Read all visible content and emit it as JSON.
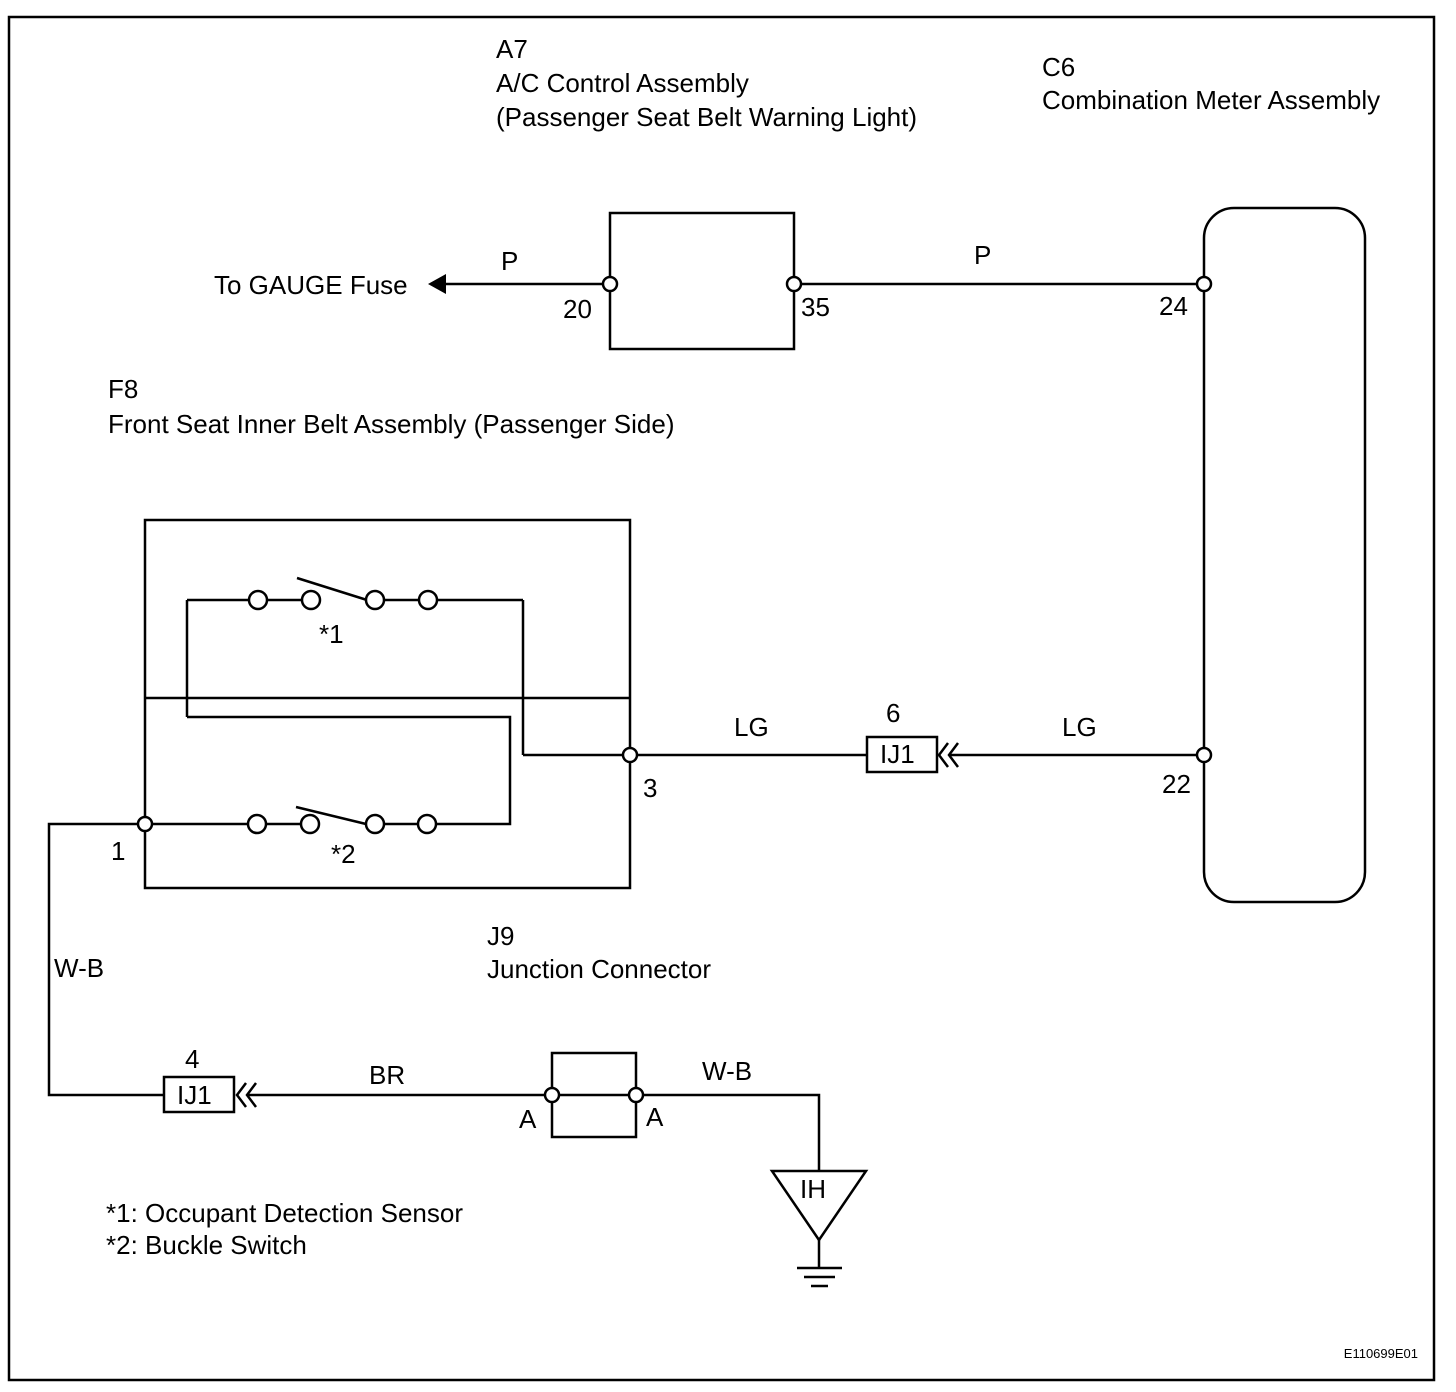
{
  "components": {
    "a7": {
      "code": "A7",
      "name": "A/C Control Assembly",
      "sub": "(Passenger Seat Belt Warning Light)"
    },
    "c6": {
      "code": "C6",
      "name": "Combination Meter Assembly"
    },
    "f8": {
      "code": "F8",
      "name": "Front Seat Inner Belt Assembly (Passenger Side)"
    },
    "j9": {
      "code": "J9",
      "name": "Junction Connector"
    }
  },
  "fuse_label": "To GAUGE Fuse",
  "wire_colors": {
    "fuse_to_a7": "P",
    "a7_to_c6": "P",
    "f8_to_ij1_6": "LG",
    "c6_to_ij1_6": "LG",
    "f8_to_ground": "W-B",
    "ij1_4_to_j9": "BR",
    "j9_to_ground": "W-B"
  },
  "pins": {
    "a7_left": "20",
    "a7_right": "35",
    "c6_top": "24",
    "c6_bottom": "22",
    "f8_out": "3",
    "f8_in": "1",
    "j9_left": "A",
    "j9_right": "A"
  },
  "connectors": {
    "ij1_upper": {
      "name": "IJ1",
      "pin": "6"
    },
    "ij1_lower": {
      "name": "IJ1",
      "pin": "4"
    }
  },
  "switches": {
    "sw1": "*1",
    "sw2": "*2"
  },
  "ground": {
    "label": "IH"
  },
  "legend": [
    "*1: Occupant Detection Sensor",
    "*2: Buckle Switch"
  ],
  "figure_id": "E110699E01"
}
